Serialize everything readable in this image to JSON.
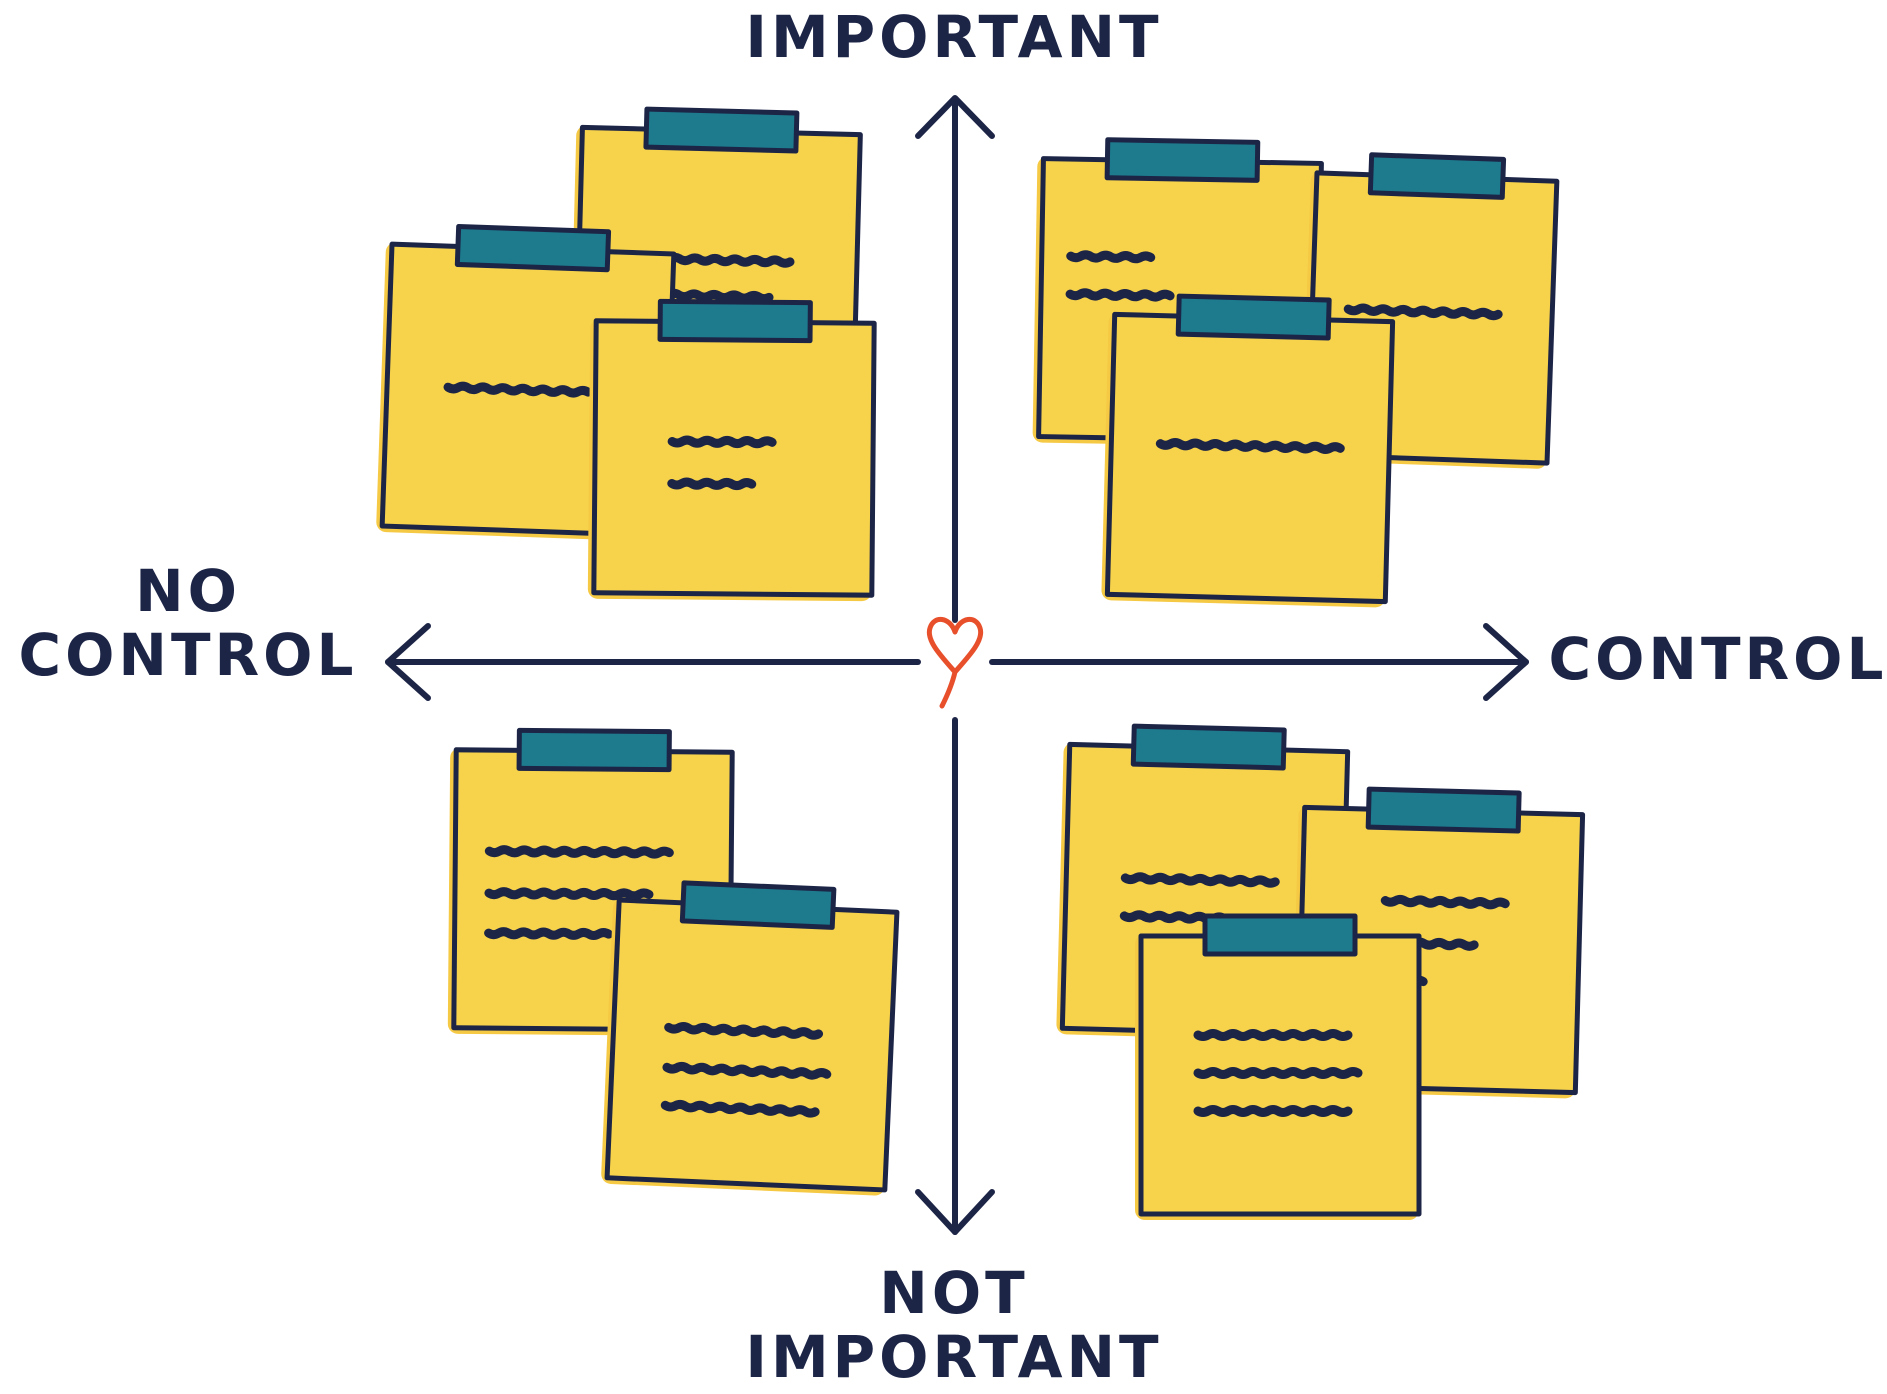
{
  "colors": {
    "ink": "#1d2547",
    "note_fill": "#f7d34c",
    "note_shadow": "#f5c943",
    "tape": "#1d7b8d",
    "heart": "#e8502c",
    "background": "#ffffff"
  },
  "labels": {
    "top": "IMPORTANT",
    "bottom_line1": "NOT",
    "bottom_line2": "IMPORTANT",
    "left_line1": "NO",
    "left_line2": "CONTROL",
    "right": "CONTROL"
  },
  "center_icon": "heart-icon",
  "quadrants": [
    {
      "id": "important-no-control",
      "note_count": 3
    },
    {
      "id": "important-control",
      "note_count": 3
    },
    {
      "id": "not-important-no-control",
      "note_count": 2
    },
    {
      "id": "not-important-control",
      "note_count": 3
    }
  ]
}
